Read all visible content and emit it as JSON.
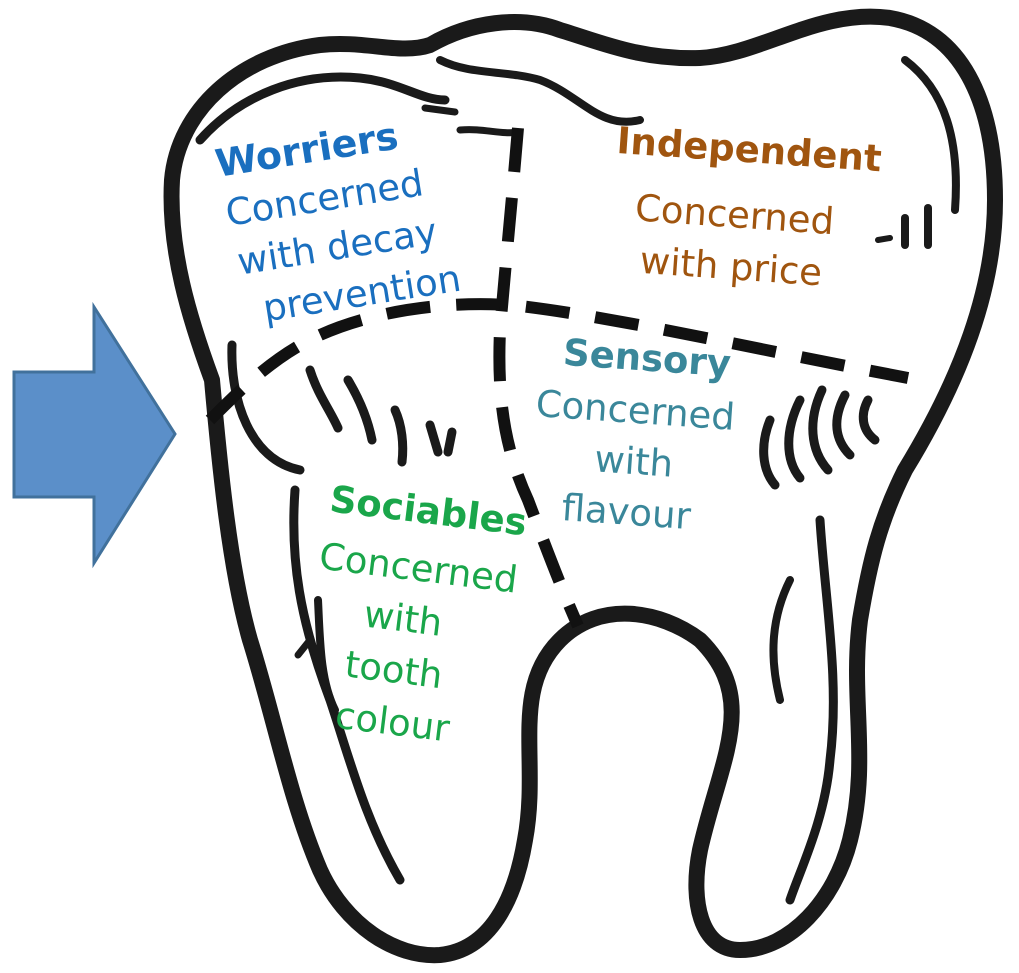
{
  "colors": {
    "worriers": "#1a6fbf",
    "independent": "#a0550f",
    "sensory": "#3a879a",
    "sociables": "#1aa64a",
    "arrow": "#5b8fc9",
    "arrow_border": "#41719c",
    "outline": "#1a1a1a",
    "divider": "#111111"
  },
  "segments": {
    "worriers": {
      "title": "Worriers",
      "line1": "Concerned",
      "line2": "with decay",
      "line3": "prevention"
    },
    "independent": {
      "title": "Independent",
      "line1": "Concerned",
      "line2": "with price"
    },
    "sensory": {
      "title": "Sensory",
      "line1": "Concerned",
      "line2": "with",
      "line3": "flavour"
    },
    "sociables": {
      "title": "Sociables",
      "line1": "Concerned",
      "line2": "with",
      "line3": "tooth",
      "line4": "colour"
    }
  },
  "icons": {
    "arrow": "right-arrow-icon",
    "tooth": "tooth-icon"
  }
}
